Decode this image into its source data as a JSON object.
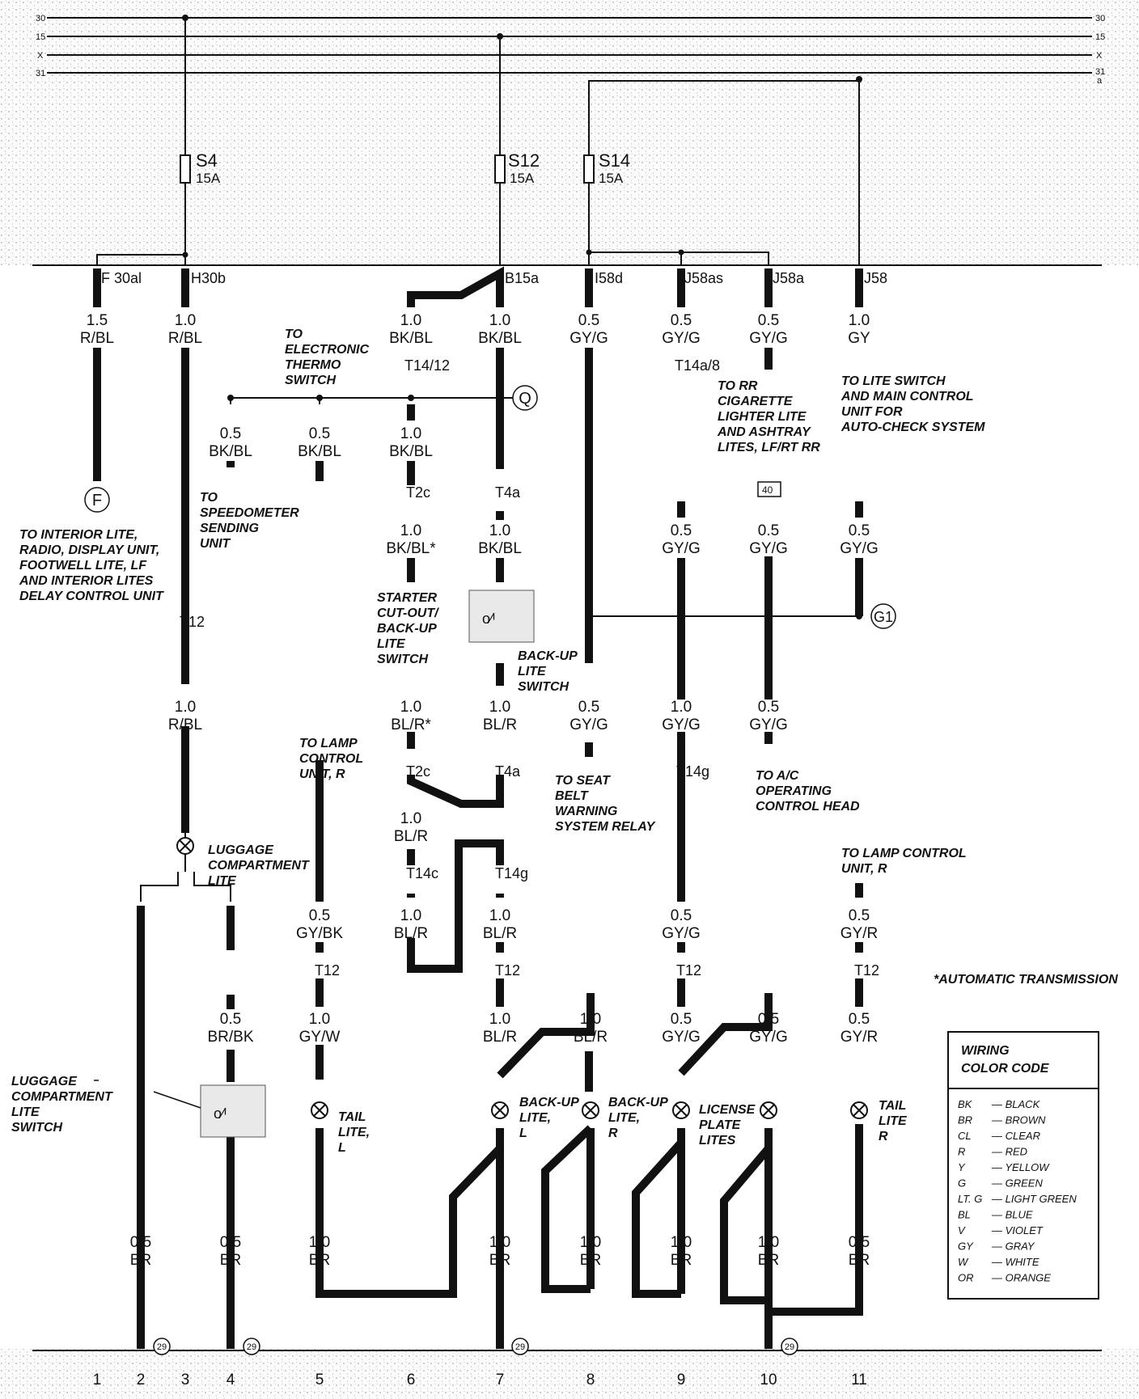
{
  "bus_lines": {
    "l30": "30",
    "l15": "15",
    "lx": "X",
    "l31": "31",
    "r30": "30",
    "r15": "15",
    "rx": "X",
    "r31": "31",
    "ra": "a"
  },
  "fuses": [
    {
      "id": "S4",
      "amps": "15A"
    },
    {
      "id": "S12",
      "amps": "15A"
    },
    {
      "id": "S14",
      "amps": "15A"
    }
  ],
  "terminals": [
    "F 30al",
    "H30b",
    "B15a",
    "I58d",
    "J58as",
    "J58a",
    "J58"
  ],
  "wires": {
    "c1_top": [
      "1.5",
      "R/BL"
    ],
    "c3_top": [
      "1.0",
      "R/BL"
    ],
    "c6_top": [
      "1.0",
      "BK/BL"
    ],
    "c7_top": [
      "1.0",
      "BK/BL"
    ],
    "c8_top": [
      "0.5",
      "GY/G"
    ],
    "c9_top": [
      "0.5",
      "GY/G"
    ],
    "c10_top": [
      "0.5",
      "GY/G"
    ],
    "c11_top": [
      "1.0",
      "GY"
    ],
    "s1": [
      "0.5",
      "BK/BL"
    ],
    "s2": [
      "0.5",
      "BK/BL"
    ],
    "c6_b": [
      "1.0",
      "BK/BL"
    ],
    "c6_c": [
      "1.0",
      "BK/BL*"
    ],
    "c7_c": [
      "1.0",
      "BK/BL"
    ],
    "c9_b": [
      "0.5",
      "GY/G"
    ],
    "c10_b": [
      "0.5",
      "GY/G"
    ],
    "c11_b": [
      "0.5",
      "GY/G"
    ],
    "c3_mid": [
      "1.0",
      "R/BL"
    ],
    "c6_d": [
      "1.0",
      "BL/R*"
    ],
    "c7_d": [
      "1.0",
      "BL/R"
    ],
    "c8_d": [
      "0.5",
      "GY/G"
    ],
    "c9_d": [
      "1.0",
      "GY/G"
    ],
    "c10_d": [
      "0.5",
      "GY/G"
    ],
    "c6_e": [
      "1.0",
      "BL/R"
    ],
    "c6_f": [
      "1.0",
      "BL/R"
    ],
    "c7_f": [
      "1.0",
      "BL/R"
    ],
    "c5_a": [
      "0.5",
      "GY/BK"
    ],
    "c9_f": [
      "0.5",
      "GY/G"
    ],
    "c11_f": [
      "0.5",
      "GY/R"
    ],
    "c4_a": [
      "0.5",
      "BR/BK"
    ],
    "c5_b": [
      "1.0",
      "GY/W"
    ],
    "c7_g": [
      "1.0",
      "BL/R"
    ],
    "c8_g": [
      "1.0",
      "BL/R"
    ],
    "c9_g": [
      "0.5",
      "GY/G"
    ],
    "c10_g": [
      "0.5",
      "GY/G"
    ],
    "c11_g": [
      "0.5",
      "GY/R"
    ],
    "g2": [
      "0.5",
      "BR"
    ],
    "g4": [
      "0.5",
      "BR"
    ],
    "g5": [
      "1.0",
      "BR"
    ],
    "g7": [
      "1.0",
      "BR"
    ],
    "g8": [
      "1.0",
      "BR"
    ],
    "g9": [
      "1.0",
      "BR"
    ],
    "g10": [
      "1.0",
      "BR"
    ],
    "g11": [
      "0.5",
      "BR"
    ]
  },
  "connectors": {
    "t14_12": "T14/12",
    "t14a_8": "T14a/8",
    "t2c_1": "T2c",
    "t4a_1": "T4a",
    "t12_3": "T12",
    "t2c_2": "T2c",
    "t4a_2": "T4a",
    "t14g_9": "T14g",
    "t14c": "T14c",
    "t14g_7": "T14g",
    "t12_5": "T12",
    "t12_7": "T12",
    "t12_9": "T12",
    "t12_11": "T12",
    "box40": "40"
  },
  "refs": {
    "q": "Q",
    "f": "F",
    "g1": "G1",
    "g29": "29"
  },
  "notes": {
    "to_thermo": [
      "TO",
      "ELECTRONIC",
      "THERMO",
      "SWITCH"
    ],
    "to_rr_lighter": [
      "TO RR",
      "CIGARETTE",
      "LIGHTER LITE",
      "AND ASHTRAY",
      "LITES, LF/RT RR"
    ],
    "to_lite_switch": [
      "TO LITE SWITCH",
      "AND MAIN CONTROL",
      "UNIT FOR",
      "AUTO-CHECK SYSTEM"
    ],
    "to_speedo": [
      "TO",
      "SPEEDOMETER",
      "SENDING",
      "UNIT"
    ],
    "to_interior": [
      "TO INTERIOR LITE,",
      "RADIO, DISPLAY UNIT,",
      "FOOTWELL LITE, LF",
      "AND INTERIOR LITES",
      "DELAY CONTROL UNIT"
    ],
    "starter_cutout": [
      "STARTER",
      "CUT-OUT/",
      "BACK-UP",
      "LITE",
      "SWITCH"
    ],
    "backup_switch": [
      "BACK-UP",
      "LITE",
      "SWITCH"
    ],
    "to_seatbelt": [
      "TO SEAT",
      "BELT",
      "WARNING",
      "SYSTEM RELAY"
    ],
    "to_ac": [
      "TO A/C",
      "OPERATING",
      "CONTROL HEAD"
    ],
    "luggage_lite": [
      "LUGGAGE",
      "COMPARTMENT",
      "LITE"
    ],
    "to_lamp_r_mid": [
      "TO LAMP",
      "CONTROL",
      "UNIT, R"
    ],
    "to_lamp_r_right": [
      "TO LAMP CONTROL",
      "UNIT, R"
    ],
    "auto_trans": "*AUTOMATIC TRANSMISSION",
    "luggage_switch": [
      "LUGGAGE",
      "COMPARTMENT",
      "LITE",
      "SWITCH"
    ],
    "tail_l": [
      "TAIL",
      "LITE,",
      "L"
    ],
    "backup_l": [
      "BACK-UP",
      "LITE,",
      "L"
    ],
    "backup_r": [
      "BACK-UP",
      "LITE,",
      "R"
    ],
    "license": [
      "LICENSE",
      "PLATE",
      "LITES"
    ],
    "tail_r": [
      "TAIL",
      "LITE",
      "R"
    ]
  },
  "color_code": {
    "title": [
      "WIRING",
      "COLOR CODE"
    ],
    "rows": [
      [
        "BK",
        "— BLACK"
      ],
      [
        "BR",
        "— BROWN"
      ],
      [
        "CL",
        "— CLEAR"
      ],
      [
        "R",
        "— RED"
      ],
      [
        "Y",
        "— YELLOW"
      ],
      [
        "G",
        "— GREEN"
      ],
      [
        "LT. G",
        "— LIGHT GREEN"
      ],
      [
        "BL",
        "— BLUE"
      ],
      [
        "V",
        "— VIOLET"
      ],
      [
        "GY",
        "— GRAY"
      ],
      [
        "W",
        "— WHITE"
      ],
      [
        "OR",
        "— ORANGE"
      ]
    ]
  },
  "columns": [
    "1",
    "2",
    "3",
    "4",
    "5",
    "6",
    "7",
    "8",
    "9",
    "10",
    "11"
  ]
}
